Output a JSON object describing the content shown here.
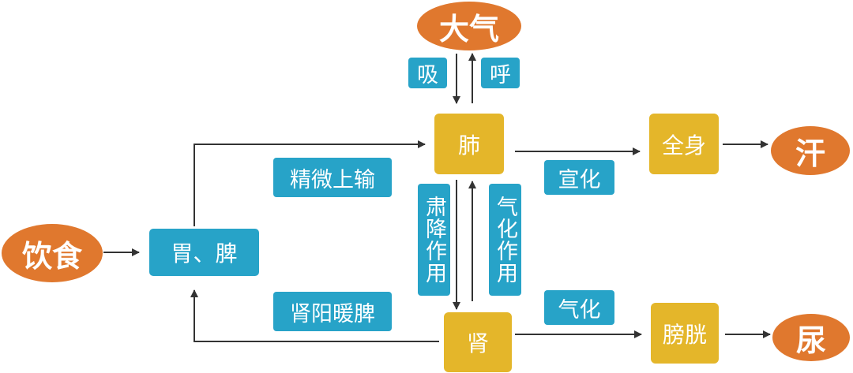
{
  "nodes": {
    "atmosphere": "大气",
    "lung": "肺",
    "whole_body": "全身",
    "sweat": "汗",
    "diet": "饮食",
    "stomach_spleen": "胃、脾",
    "kidney": "肾",
    "bladder": "膀胱",
    "urine": "尿"
  },
  "labels": {
    "inhale": "吸",
    "exhale": "呼",
    "essence_up": "精微上输",
    "disperse": "宣化",
    "descend": "肃降作用",
    "qi_action": "气化作用",
    "kidney_yang": "肾阳暖脾",
    "qi_transform": "气化"
  },
  "colors": {
    "orange": "#e0782e",
    "gold": "#e4b62a",
    "blue": "#27a3c8",
    "arrow": "#333333"
  }
}
